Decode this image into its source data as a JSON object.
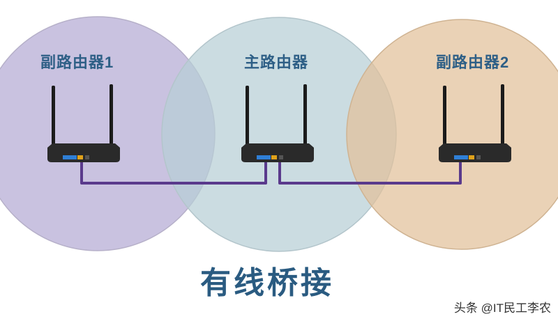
{
  "title": "有线桥接",
  "routers": [
    {
      "label": "副路由器1",
      "circle_color": "#b7aed6"
    },
    {
      "label": "主路由器",
      "circle_color": "#b7cfd6"
    },
    {
      "label": "副路由器2",
      "circle_color": "#e2c09a"
    }
  ],
  "cable_color": "#5a3a8c",
  "watermark": "头条 @IT民工李农"
}
